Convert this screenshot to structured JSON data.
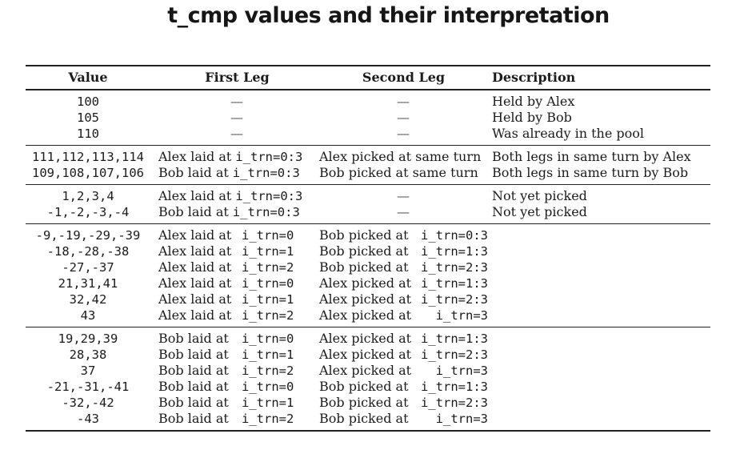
{
  "title": "t_cmp values and their interpretation",
  "dash_char": "—",
  "colors": {
    "text": "#1b1b1b",
    "rule": "#222222",
    "dash": "#555555"
  },
  "table": {
    "headers": [
      "Value",
      "First Leg",
      "Second Leg",
      "Description"
    ],
    "groups": [
      {
        "rows": [
          {
            "value": "100",
            "first": {
              "type": "dash"
            },
            "second": {
              "type": "dash"
            },
            "desc": "Held by Alex"
          },
          {
            "value": "105",
            "first": {
              "type": "dash"
            },
            "second": {
              "type": "dash"
            },
            "desc": "Held by Bob"
          },
          {
            "value": "110",
            "first": {
              "type": "dash"
            },
            "second": {
              "type": "dash"
            },
            "desc": "Was already in the pool"
          }
        ]
      },
      {
        "rows": [
          {
            "value": "111,112,113,114",
            "first": {
              "type": "inline",
              "text": "Alex laid at",
              "code": "i_trn=0:3"
            },
            "second": {
              "type": "text",
              "text": "Alex picked at same turn"
            },
            "desc": "Both legs in same turn by Alex"
          },
          {
            "value": "109,108,107,106",
            "first": {
              "type": "inline",
              "text": "Bob laid at",
              "code": "i_trn=0:3"
            },
            "second": {
              "type": "text",
              "text": "Bob picked at same turn"
            },
            "desc": "Both legs in same turn by Bob"
          }
        ]
      },
      {
        "rows": [
          {
            "value": "1,2,3,4",
            "first": {
              "type": "inline",
              "text": "Alex laid at",
              "code": "i_trn=0:3"
            },
            "second": {
              "type": "dash"
            },
            "desc": "Not yet picked"
          },
          {
            "value": "-1,-2,-3,-4",
            "first": {
              "type": "inline",
              "text": "Bob laid at",
              "code": "i_trn=0:3"
            },
            "second": {
              "type": "dash"
            },
            "desc": "Not yet picked"
          }
        ]
      },
      {
        "rows": [
          {
            "value": "-9,-19,-29,-39",
            "first": {
              "type": "split",
              "text": "Alex laid at",
              "code": "i_trn=0"
            },
            "second": {
              "type": "split",
              "text": "Bob picked at",
              "code": "i_trn=0:3"
            },
            "desc": ""
          },
          {
            "value": "-18,-28,-38",
            "first": {
              "type": "split",
              "text": "Alex laid at",
              "code": "i_trn=1"
            },
            "second": {
              "type": "split",
              "text": "Bob picked at",
              "code": "i_trn=1:3"
            },
            "desc": ""
          },
          {
            "value": "-27,-37",
            "first": {
              "type": "split",
              "text": "Alex laid at",
              "code": "i_trn=2"
            },
            "second": {
              "type": "split",
              "text": "Bob picked at",
              "code": "i_trn=2:3"
            },
            "desc": ""
          },
          {
            "value": "21,31,41",
            "first": {
              "type": "split",
              "text": "Alex laid at",
              "code": "i_trn=0"
            },
            "second": {
              "type": "split",
              "text": "Alex picked at",
              "code": "i_trn=1:3"
            },
            "desc": ""
          },
          {
            "value": "32,42",
            "first": {
              "type": "split",
              "text": "Alex laid at",
              "code": "i_trn=1"
            },
            "second": {
              "type": "split",
              "text": "Alex picked at",
              "code": "i_trn=2:3"
            },
            "desc": ""
          },
          {
            "value": "43",
            "first": {
              "type": "split",
              "text": "Alex laid at",
              "code": "i_trn=2"
            },
            "second": {
              "type": "split",
              "text": "Alex picked at",
              "code": "i_trn=3"
            },
            "desc": ""
          }
        ]
      },
      {
        "rows": [
          {
            "value": "19,29,39",
            "first": {
              "type": "split",
              "text": "Bob laid at",
              "code": "i_trn=0"
            },
            "second": {
              "type": "split",
              "text": "Alex picked at",
              "code": "i_trn=1:3"
            },
            "desc": ""
          },
          {
            "value": "28,38",
            "first": {
              "type": "split",
              "text": "Bob laid at",
              "code": "i_trn=1"
            },
            "second": {
              "type": "split",
              "text": "Alex picked at",
              "code": "i_trn=2:3"
            },
            "desc": ""
          },
          {
            "value": "37",
            "first": {
              "type": "split",
              "text": "Bob laid at",
              "code": "i_trn=2"
            },
            "second": {
              "type": "split",
              "text": "Alex picked at",
              "code": "i_trn=3"
            },
            "desc": ""
          },
          {
            "value": "-21,-31,-41",
            "first": {
              "type": "split",
              "text": "Bob laid at",
              "code": "i_trn=0"
            },
            "second": {
              "type": "split",
              "text": "Bob picked at",
              "code": "i_trn=1:3"
            },
            "desc": ""
          },
          {
            "value": "-32,-42",
            "first": {
              "type": "split",
              "text": "Bob laid at",
              "code": "i_trn=1"
            },
            "second": {
              "type": "split",
              "text": "Bob picked at",
              "code": "i_trn=2:3"
            },
            "desc": ""
          },
          {
            "value": "-43",
            "first": {
              "type": "split",
              "text": "Bob laid at",
              "code": "i_trn=2"
            },
            "second": {
              "type": "split",
              "text": "Bob picked at",
              "code": "i_trn=3"
            },
            "desc": ""
          }
        ]
      }
    ]
  }
}
